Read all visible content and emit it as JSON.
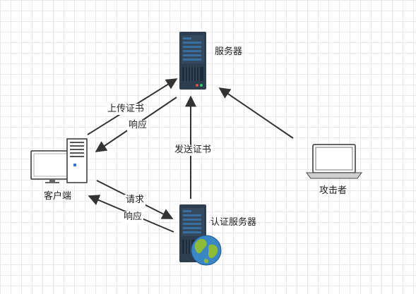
{
  "nodes": {
    "server": {
      "label": "服务器",
      "icon": "server-icon"
    },
    "client": {
      "label": "客户端",
      "icon": "desktop-computer-icon"
    },
    "attacker": {
      "label": "攻击者",
      "icon": "laptop-icon"
    },
    "auth_server": {
      "label": "认证服务器",
      "icon": "server-with-globe-icon"
    }
  },
  "edges": {
    "upload_cert": "上传证书",
    "response_1": "响应",
    "send_cert": "发送证书",
    "request": "请求",
    "response_2": "响应"
  },
  "colors": {
    "server_body": "#2c3e50",
    "server_slot": "#3a6e9e",
    "arrow": "#333333",
    "globe_ocean": "#3b86c5",
    "globe_land": "#8dbb3a"
  }
}
